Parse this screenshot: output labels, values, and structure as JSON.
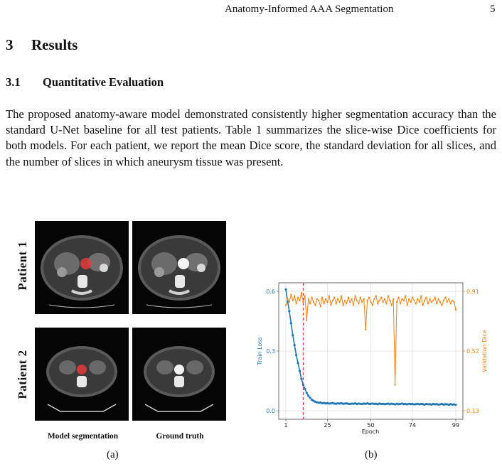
{
  "header": {
    "running_title": "Anatomy-Informed AAA Segmentation",
    "page_number": "5"
  },
  "section": {
    "number": "3",
    "title": "Results"
  },
  "subsection": {
    "number": "3.1",
    "title": "Quantitative Evaluation"
  },
  "paragraph": "The proposed anatomy-aware model demonstrated consistently higher segmentation accuracy than the standard U-Net baseline for all test patients. Table 1 summarizes the slice-wise Dice coefficients for both models. For each patient, we report the mean Dice score, the standard deviation for all slices, and the number of slices in which aneurysm tissue was present.",
  "figure_a": {
    "rows": [
      "Patient 1",
      "Patient 2"
    ],
    "columns": [
      "Model segmentation",
      "Ground truth"
    ],
    "caption": "(a)",
    "overlay_colors": {
      "prediction": "#e23b3b",
      "ground_truth": "#f4f4f4"
    }
  },
  "figure_b": {
    "caption": "(b)"
  },
  "chart_data": {
    "type": "line",
    "xlabel": "Epoch",
    "x_ticks": [
      "1",
      "25",
      "50",
      "74",
      "99"
    ],
    "xlim": [
      1,
      99
    ],
    "left_axis": {
      "label": "Train Loss",
      "ticks": [
        "0.0",
        "0.3",
        "0.6"
      ],
      "ylim": [
        0,
        0.6
      ],
      "color": "#1f77b4"
    },
    "right_axis": {
      "label": "Validation Dice",
      "ticks": [
        "0.13",
        "0.52",
        "0.91"
      ],
      "ylim": [
        0.13,
        0.91
      ],
      "color": "#ff7f0e"
    },
    "best_epoch_marker": {
      "epoch": 11,
      "color": "#d62728",
      "style": "dashed"
    },
    "grid": true,
    "series": [
      {
        "name": "Train Loss",
        "axis": "left",
        "color": "#1f77b4",
        "x": [
          1,
          2,
          3,
          4,
          5,
          6,
          7,
          8,
          9,
          10,
          11,
          12,
          13,
          14,
          15,
          16,
          17,
          18,
          19,
          20,
          21,
          22,
          23,
          24,
          25,
          26,
          27,
          28,
          29,
          30,
          31,
          32,
          33,
          34,
          35,
          36,
          37,
          38,
          39,
          40,
          41,
          42,
          43,
          44,
          45,
          46,
          47,
          48,
          49,
          50,
          51,
          52,
          53,
          54,
          55,
          56,
          57,
          58,
          59,
          60,
          61,
          62,
          63,
          64,
          65,
          66,
          67,
          68,
          69,
          70,
          71,
          72,
          73,
          74,
          75,
          76,
          77,
          78,
          79,
          80,
          81,
          82,
          83,
          84,
          85,
          86,
          87,
          88,
          89,
          90,
          91,
          92,
          93,
          94,
          95,
          96,
          97,
          98,
          99
        ],
        "values": [
          0.61,
          0.55,
          0.5,
          0.44,
          0.38,
          0.33,
          0.28,
          0.24,
          0.2,
          0.16,
          0.13,
          0.11,
          0.09,
          0.075,
          0.065,
          0.055,
          0.05,
          0.045,
          0.042,
          0.04,
          0.041,
          0.038,
          0.039,
          0.037,
          0.038,
          0.036,
          0.037,
          0.039,
          0.036,
          0.035,
          0.037,
          0.036,
          0.038,
          0.035,
          0.036,
          0.037,
          0.035,
          0.034,
          0.036,
          0.035,
          0.037,
          0.034,
          0.036,
          0.035,
          0.034,
          0.036,
          0.035,
          0.037,
          0.034,
          0.035,
          0.036,
          0.034,
          0.035,
          0.033,
          0.036,
          0.034,
          0.035,
          0.033,
          0.034,
          0.036,
          0.033,
          0.035,
          0.034,
          0.032,
          0.035,
          0.033,
          0.034,
          0.036,
          0.033,
          0.034,
          0.032,
          0.035,
          0.033,
          0.034,
          0.032,
          0.033,
          0.035,
          0.032,
          0.034,
          0.033,
          0.031,
          0.034,
          0.032,
          0.033,
          0.031,
          0.034,
          0.032,
          0.033,
          0.031,
          0.032,
          0.034,
          0.031,
          0.033,
          0.032,
          0.03,
          0.033,
          0.031,
          0.032,
          0.03
        ]
      },
      {
        "name": "Validation Dice",
        "axis": "right",
        "color": "#ff7f0e",
        "x": [
          1,
          2,
          3,
          4,
          5,
          6,
          7,
          8,
          9,
          10,
          11,
          12,
          13,
          14,
          15,
          16,
          17,
          18,
          19,
          20,
          21,
          22,
          23,
          24,
          25,
          26,
          27,
          28,
          29,
          30,
          31,
          32,
          33,
          34,
          35,
          36,
          37,
          38,
          39,
          40,
          41,
          42,
          43,
          44,
          45,
          46,
          47,
          48,
          49,
          50,
          51,
          52,
          53,
          54,
          55,
          56,
          57,
          58,
          59,
          60,
          61,
          62,
          63,
          64,
          65,
          66,
          67,
          68,
          69,
          70,
          71,
          72,
          73,
          74,
          75,
          76,
          77,
          78,
          79,
          80,
          81,
          82,
          83,
          84,
          85,
          86,
          87,
          88,
          89,
          90,
          91,
          92,
          93,
          94,
          95,
          96,
          97,
          98,
          99
        ],
        "values": [
          0.82,
          0.86,
          0.84,
          0.89,
          0.85,
          0.88,
          0.83,
          0.87,
          0.85,
          0.9,
          0.84,
          0.88,
          0.72,
          0.86,
          0.83,
          0.87,
          0.84,
          0.82,
          0.86,
          0.85,
          0.81,
          0.87,
          0.83,
          0.86,
          0.84,
          0.88,
          0.82,
          0.85,
          0.87,
          0.83,
          0.86,
          0.84,
          0.88,
          0.82,
          0.85,
          0.83,
          0.87,
          0.84,
          0.86,
          0.82,
          0.88,
          0.85,
          0.83,
          0.87,
          0.84,
          0.86,
          0.66,
          0.85,
          0.87,
          0.84,
          0.82,
          0.86,
          0.88,
          0.83,
          0.85,
          0.87,
          0.84,
          0.86,
          0.83,
          0.88,
          0.85,
          0.82,
          0.86,
          0.3,
          0.84,
          0.87,
          0.83,
          0.86,
          0.85,
          0.88,
          0.82,
          0.86,
          0.84,
          0.87,
          0.85,
          0.83,
          0.86,
          0.84,
          0.88,
          0.82,
          0.85,
          0.87,
          0.83,
          0.86,
          0.84,
          0.85,
          0.87,
          0.83,
          0.86,
          0.84,
          0.82,
          0.85,
          0.87,
          0.84,
          0.86,
          0.83,
          0.85,
          0.84,
          0.79
        ]
      }
    ]
  }
}
